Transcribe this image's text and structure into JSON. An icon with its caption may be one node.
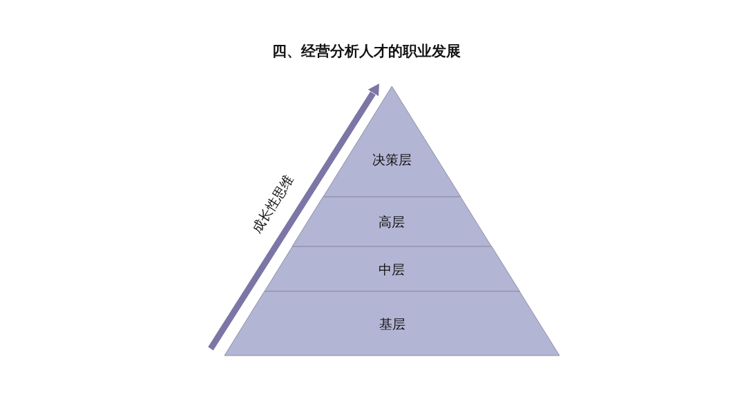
{
  "diagram": {
    "title": "四、经营分析人才的职业发展",
    "nodes": [
      {
        "text": [
          "决策层"
        ]
      },
      {
        "text": [
          "高层"
        ]
      },
      {
        "text": [
          "中层"
        ]
      },
      {
        "text": [
          "基层"
        ]
      }
    ],
    "labels": [
      "成长性思维"
    ]
  }
}
